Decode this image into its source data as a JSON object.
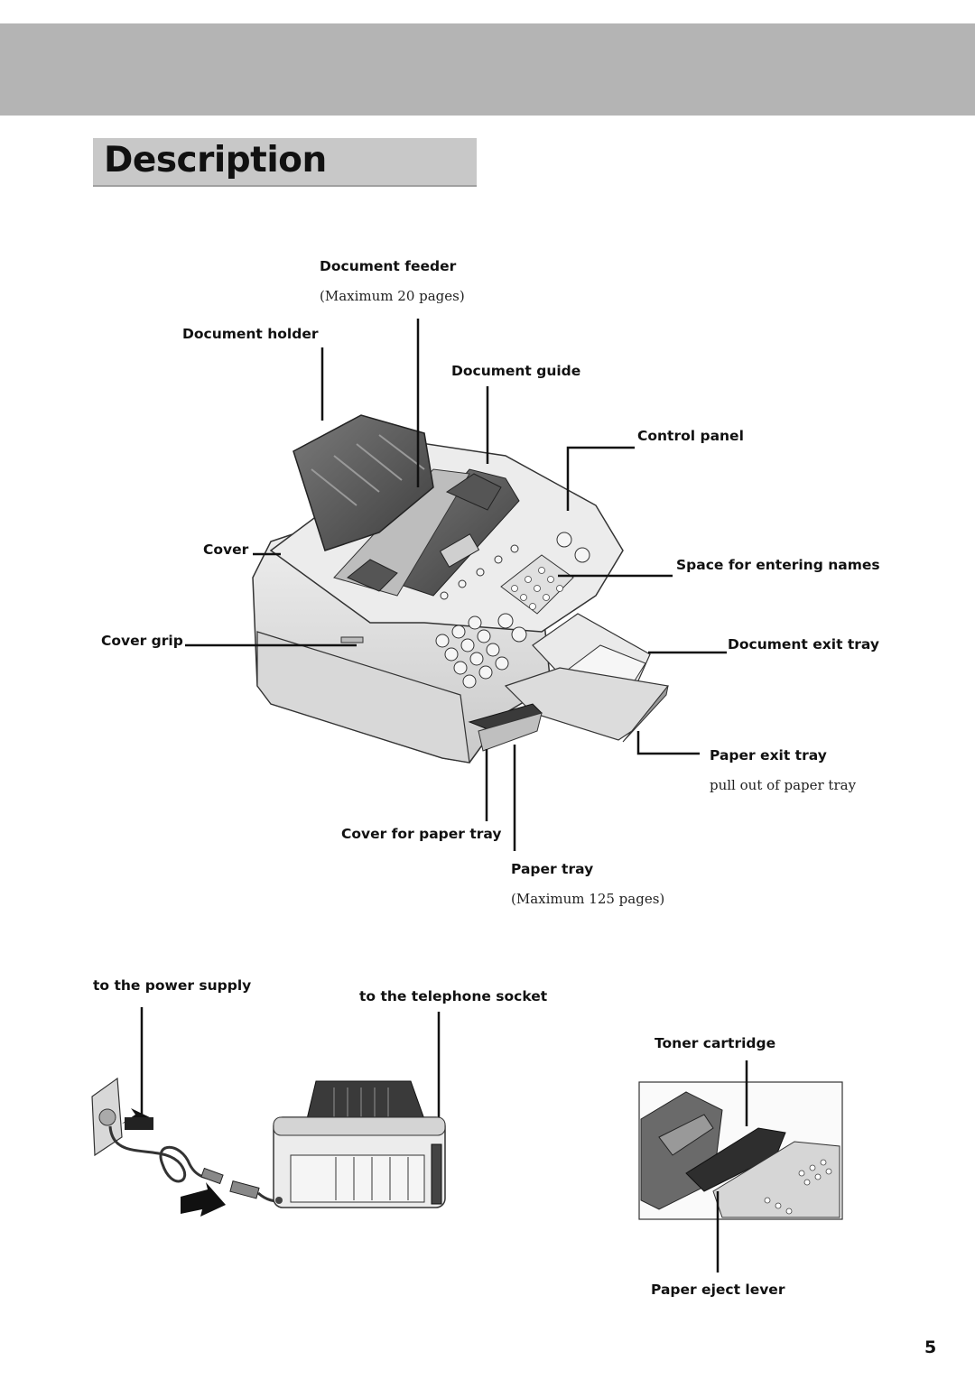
{
  "header": {
    "title": "Description"
  },
  "labels": {
    "document_feeder": "Document feeder",
    "document_feeder_note": "(Maximum 20 pages)",
    "document_holder": "Document holder",
    "document_guide": "Document guide",
    "control_panel": "Control panel",
    "cover": "Cover",
    "space_for_names": "Space for entering names",
    "cover_grip": "Cover grip",
    "document_exit_tray": "Document exit tray",
    "paper_exit_tray": "Paper exit tray",
    "paper_exit_tray_note": "pull out of paper tray",
    "cover_for_paper_tray": "Cover for paper tray",
    "paper_tray": "Paper tray",
    "paper_tray_note": "(Maximum 125 pages)",
    "power_supply": "to the power supply",
    "telephone_socket": "to the telephone socket",
    "toner_cartridge": "Toner cartridge",
    "paper_eject_lever": "Paper eject lever"
  },
  "page_number": "5"
}
